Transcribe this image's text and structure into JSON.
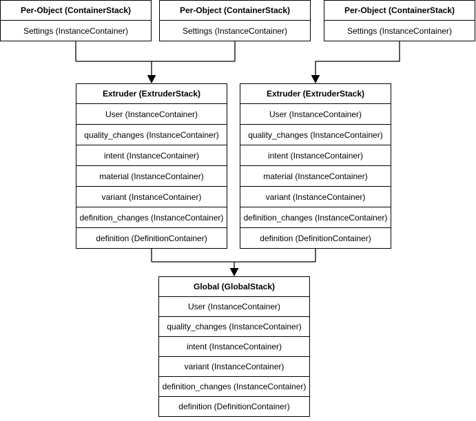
{
  "per_object": [
    {
      "title": "Per-Object (ContainerStack)",
      "rows": [
        "Settings (InstanceContainer)"
      ]
    },
    {
      "title": "Per-Object (ContainerStack)",
      "rows": [
        "Settings (InstanceContainer)"
      ]
    },
    {
      "title": "Per-Object (ContainerStack)",
      "rows": [
        "Settings (InstanceContainer)"
      ]
    }
  ],
  "extruders": [
    {
      "title": "Extruder (ExtruderStack)",
      "rows": [
        "User (InstanceContainer)",
        "quality_changes (InstanceContainer)",
        "intent (InstanceContainer)",
        "material (InstanceContainer)",
        "variant (InstanceContainer)",
        "definition_changes (InstanceContainer)",
        "definition (DefinitionContainer)"
      ]
    },
    {
      "title": "Extruder (ExtruderStack)",
      "rows": [
        "User (InstanceContainer)",
        "quality_changes (InstanceContainer)",
        "intent (InstanceContainer)",
        "material (InstanceContainer)",
        "variant (InstanceContainer)",
        "definition_changes (InstanceContainer)",
        "definition (DefinitionContainer)"
      ]
    }
  ],
  "global": {
    "title": "Global (GlobalStack)",
    "rows": [
      "User (InstanceContainer)",
      "quality_changes (InstanceContainer)",
      "intent (InstanceContainer)",
      "variant (InstanceContainer)",
      "definition_changes (InstanceContainer)",
      "definition (DefinitionContainer)"
    ]
  },
  "colors": {
    "stroke": "#000000",
    "background": "#ffffff",
    "text": "#000000"
  }
}
